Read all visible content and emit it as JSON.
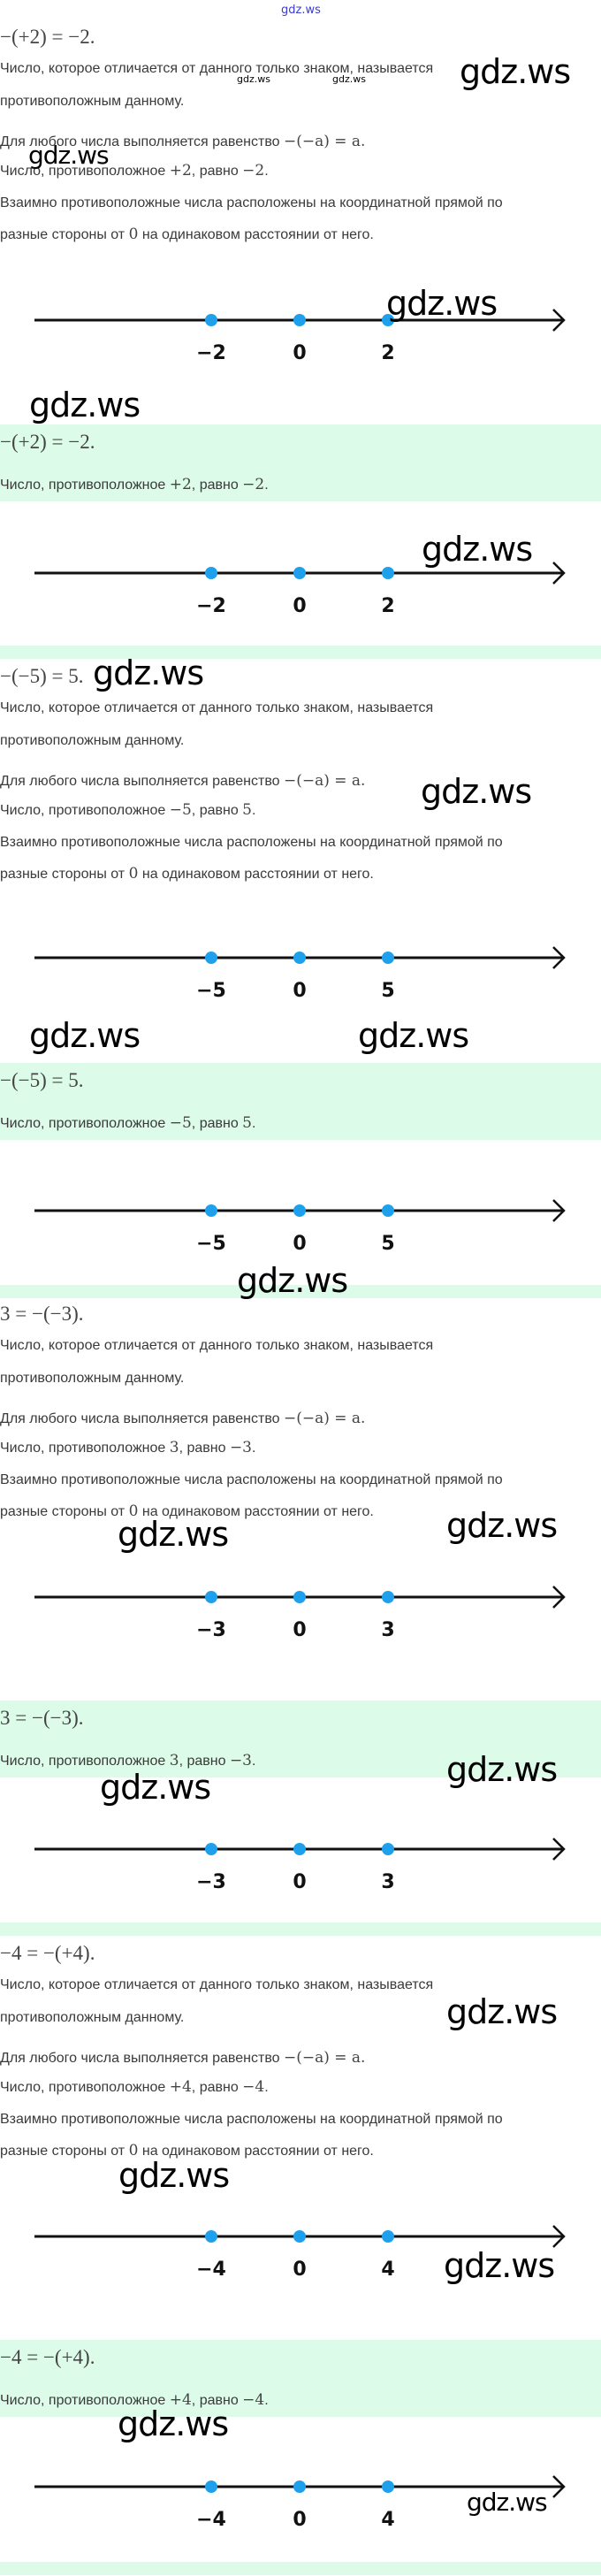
{
  "watermark": "gdz.ws",
  "colors": {
    "point": "#1ea0ec",
    "band": "#dcfbe8",
    "axis": "#111111"
  },
  "text": {
    "definition_1": "Число, которое отличается от данного только знаком, называется",
    "definition_2": "противоположным данному.",
    "property_prefix": "Для любого числа выполняется равенство ",
    "property_math": "−(−a) = a.",
    "opposite_prefix": "Число, противоположное ",
    "opposite_middle": ", равно ",
    "opposite_suffix": ".",
    "location_1": "Взаимно противоположные числа расположены на координатной прямой по",
    "location_2_prefix": "разные стороны от ",
    "location_2_math": "0",
    "location_2_suffix": " на одинаковом расстоянии от него."
  },
  "sections": [
    {
      "expr": "−(+2) = −2.",
      "opposite_of": "+2",
      "equals": "−2",
      "points": [
        "−2",
        "0",
        "2"
      ]
    },
    {
      "expr": "−(−5) = 5.",
      "opposite_of": "−5",
      "equals": "5",
      "points": [
        "−5",
        "0",
        "5"
      ]
    },
    {
      "expr": "3 = −(−3).",
      "opposite_of": "3",
      "equals": "−3",
      "points": [
        "−3",
        "0",
        "3"
      ]
    },
    {
      "expr": "−4 = −(+4).",
      "opposite_of": "+4",
      "equals": "−4",
      "points": [
        "−4",
        "0",
        "4"
      ]
    }
  ]
}
